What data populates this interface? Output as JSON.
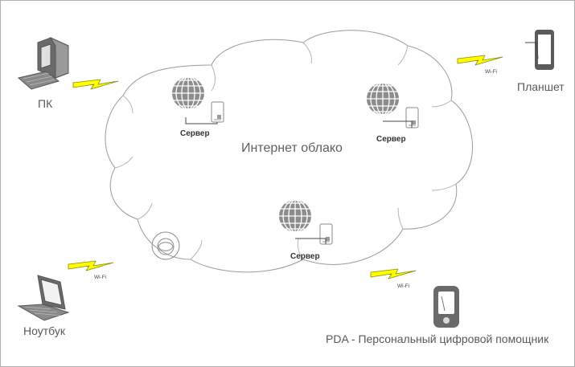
{
  "cloud": {
    "title": "Интернет облако"
  },
  "servers": [
    {
      "label": "Сервер",
      "icon": "globe-icon"
    },
    {
      "label": "Сервер",
      "icon": "globe-icon"
    },
    {
      "label": "Сервер",
      "icon": "globe-icon"
    }
  ],
  "devices": {
    "pc": {
      "label": "ПК",
      "icon": "desktop-computer-icon"
    },
    "tablet": {
      "label": "Планшет",
      "icon": "tablet-icon"
    },
    "laptop": {
      "label": "Ноутбук",
      "icon": "laptop-icon"
    },
    "pda": {
      "label": "PDA - Персональный цифровой помощник",
      "icon": "pda-icon"
    }
  },
  "wifi_labels": [
    "Wi-Fi",
    "Wi-Fi",
    "Wi-Fi"
  ],
  "colors": {
    "lightning": "#ffff00",
    "lightning_stroke": "#8a8a00",
    "cloud_stroke": "#9a9a9a",
    "globe": "#8c8c8c"
  }
}
